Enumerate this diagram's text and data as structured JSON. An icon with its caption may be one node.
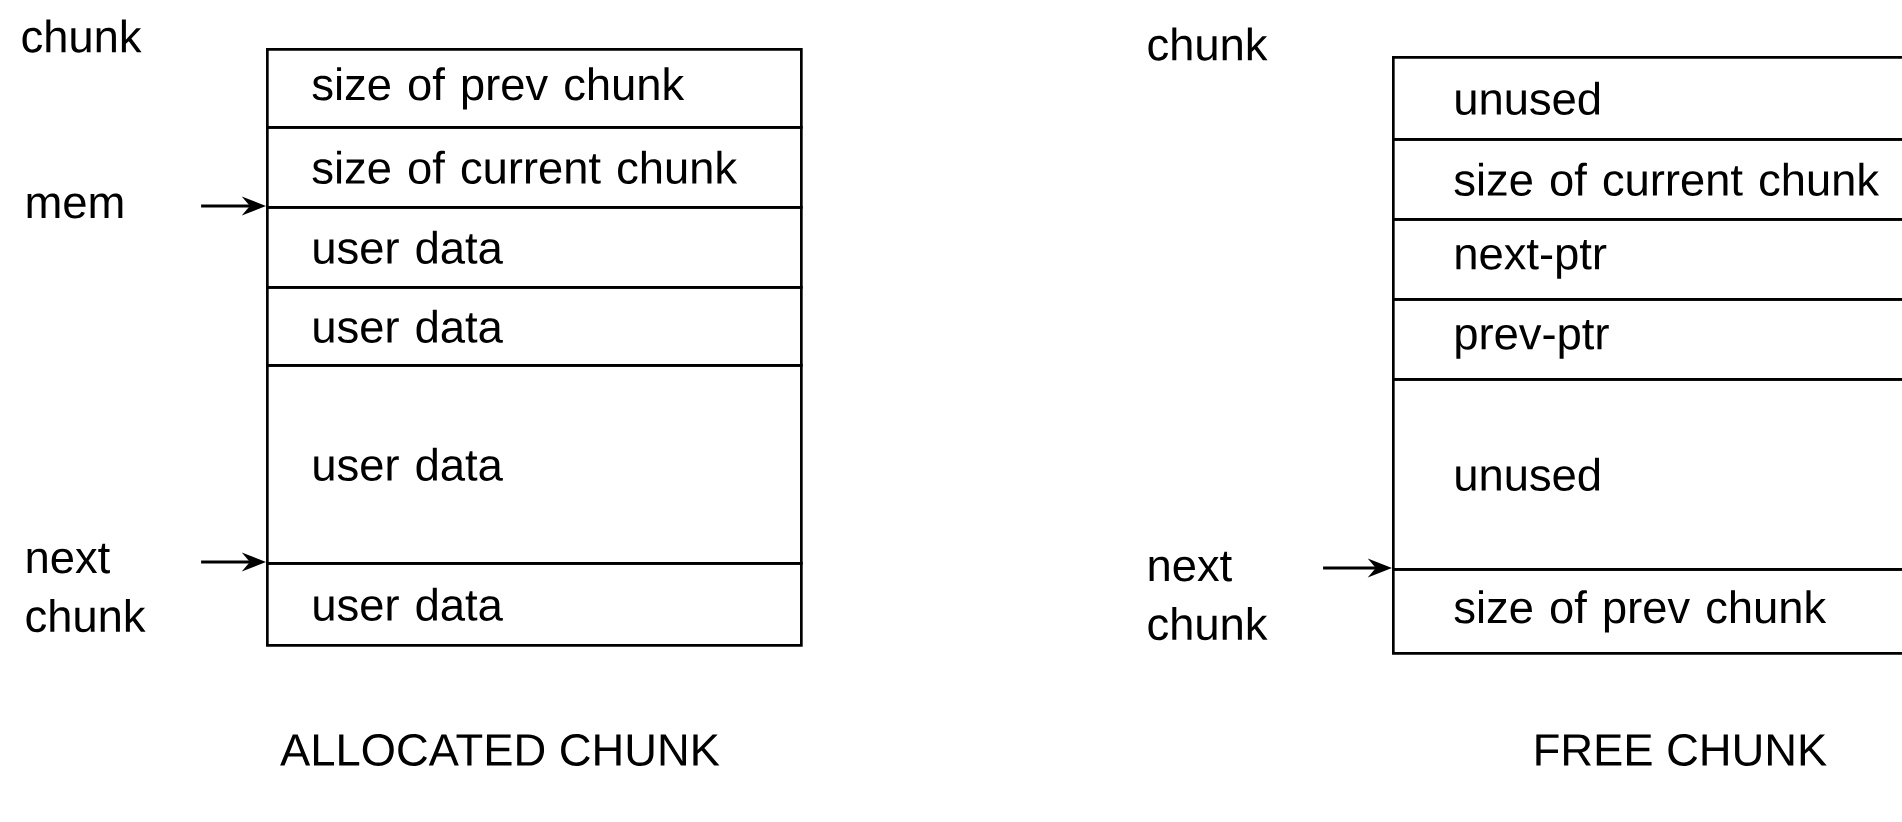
{
  "diagram": {
    "nodes": [
      {
        "text": [
          "mem"
        ]
      },
      {
        "text": [
          "next chunk"
        ]
      },
      {
        "text": [
          "size of prev chunk"
        ]
      },
      {
        "text": [
          "size of current chunk"
        ]
      },
      {
        "text": [
          "user data"
        ]
      },
      {
        "text": [
          "user data"
        ]
      },
      {
        "text": [
          "user data"
        ]
      },
      {
        "text": [
          "user data"
        ]
      },
      {
        "text": [
          "next chunk"
        ]
      },
      {
        "text": [
          "unused"
        ]
      },
      {
        "text": [
          "size of current chunk"
        ]
      },
      {
        "text": [
          "next-ptr"
        ]
      },
      {
        "text": [
          "prev-ptr"
        ]
      },
      {
        "text": [
          "unused"
        ]
      },
      {
        "text": [
          "size of prev chunk"
        ]
      }
    ],
    "edges": [
      {
        "from": 0,
        "to": 4,
        "arrow": "to"
      },
      {
        "from": 1,
        "to": 7,
        "arrow": "to"
      },
      {
        "from": 8,
        "to": 14,
        "arrow": "to"
      }
    ],
    "labels": [
      "chunk",
      "chunk",
      "ALLOCATED CHUNK",
      "FREE CHUNK"
    ]
  }
}
